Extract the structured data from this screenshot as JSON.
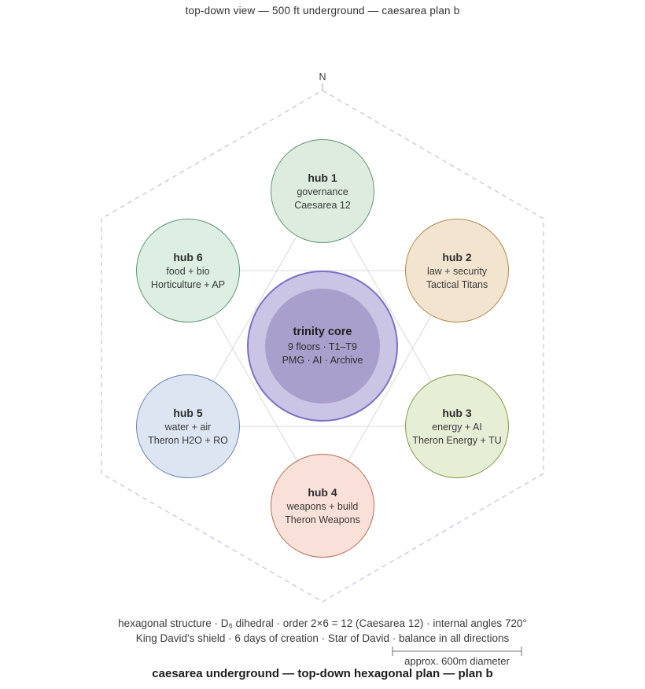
{
  "page": {
    "top_title": "top-down view — 500 ft underground — caesarea plan b",
    "bottom_title": "caesarea underground — top-down hexagonal plan — plan b"
  },
  "compass": {
    "north": "N"
  },
  "core": {
    "name": "trinity core",
    "line1": "9 floors · T1–T9",
    "line2": "PMG · AI · Archive",
    "outer_fill": "#cbc5e5",
    "inner_fill": "#a89fcc",
    "border": "#7c6fc9"
  },
  "hubs": [
    {
      "name": "hub 1",
      "line1": "governance",
      "line2": "Caesarea 12",
      "fill": "#ddecdf",
      "border": "#5e9478"
    },
    {
      "name": "hub 2",
      "line1": "law + security",
      "line2": "Tactical Titans",
      "fill": "#f2e4cf",
      "border": "#b08a50"
    },
    {
      "name": "hub 3",
      "line1": "energy + AI",
      "line2": "Theron Energy + TU",
      "fill": "#e7eed6",
      "border": "#87994d"
    },
    {
      "name": "hub 4",
      "line1": "weapons + build",
      "line2": "Theron Weapons",
      "fill": "#f9e0d8",
      "border": "#b66e55"
    },
    {
      "name": "hub 5",
      "line1": "water + air",
      "line2": "Theron H2O + RO",
      "fill": "#dde5f2",
      "border": "#6c83ae"
    },
    {
      "name": "hub 6",
      "line1": "food + bio",
      "line2": "Horticulture + AP",
      "fill": "#ddeee3",
      "border": "#5e9478"
    }
  ],
  "footer": {
    "line1": "hexagonal structure · D₆ dihedral · order 2×6 = 12 (Caesarea 12) · internal angles 720°",
    "line2": "King David's shield · 6 days of creation · Star of David · balance in all directions",
    "scale_label": "approx. 600m diameter"
  },
  "colors": {
    "hexagon_dash": "#c9c5e2",
    "star_line": "#d8d8d8",
    "scale_line": "#6f6f6f",
    "north_tick": "#b9b4d6"
  }
}
